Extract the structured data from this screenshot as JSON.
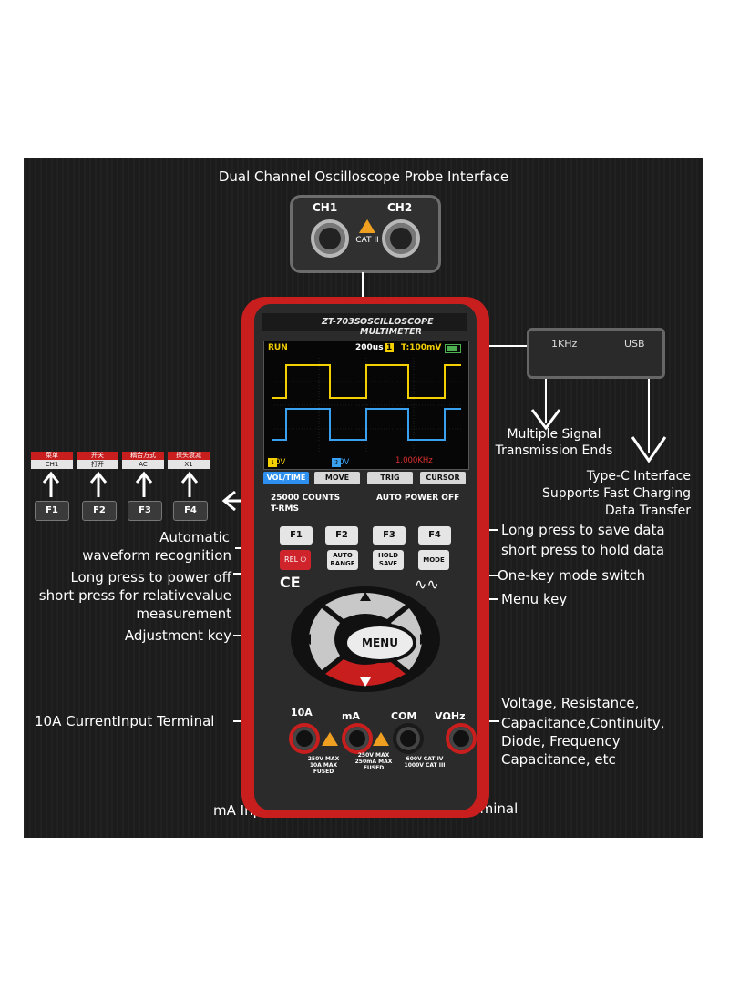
{
  "labels": {
    "probe_interface": "Dual Channel Oscilloscope Probe Interface",
    "multiple_signal": "Multiple Signal",
    "transmission_ends": "Transmission Ends",
    "typec_1": "Type-C Interface",
    "typec_2": "Supports Fast Charging",
    "typec_3": "Data Transfer",
    "auto_1": "Automatic",
    "auto_2": "waveform recognition",
    "long_press_save": "Long press to save data",
    "short_press_hold": "short press to hold data",
    "power_off": "Long press to power off",
    "relative_1": "short press for relativevalue",
    "relative_2": "measurement",
    "mode_switch": "One-key mode switch",
    "menu_key": "Menu key",
    "adjust_key": "Adjustment key",
    "current_input": "10A CurrentInput Terminal",
    "volt_1": "Voltage, Resistance,",
    "volt_2": "Capacitance,Continuity,",
    "volt_3": "Diode, Frequency",
    "volt_4": "Capacitance, etc",
    "ma_input": "mA Input Terminal",
    "com_input": "COM Input terminal"
  },
  "probe": {
    "ch1": "CH1",
    "ch2": "CH2",
    "cat": "CAT II"
  },
  "usb_port": {
    "khz": "1KHz",
    "usb": "USB"
  },
  "device": {
    "model": "ZT-703S",
    "title": "OSCILLOSCOPE MULTIMETER",
    "status": {
      "run": "RUN",
      "timebase": "200us",
      "ch_badge": "1",
      "trigger": "T:100mV"
    },
    "bottom": [
      {
        "badge": "1",
        "text": "2.0V",
        "color": "#f4d000"
      },
      {
        "badge": "2",
        "text": "2.0V",
        "color": "#3aa0f0"
      },
      {
        "badge": "",
        "text": "1.000KHz",
        "color": "#e03030"
      }
    ],
    "menu": [
      "VOL/TIME",
      "MOVE",
      "TRIG",
      "CURSOR"
    ],
    "counts": "25000 COUNTS",
    "trms": "T-RMS",
    "auto_power": "AUTO POWER OFF",
    "fkeys": [
      "F1",
      "F2",
      "F3",
      "F4"
    ],
    "rel": "REL",
    "auto_range": "AUTO RANGE",
    "hold_save": "HOLD SAVE",
    "mode": "MODE",
    "ce": "CE",
    "menu_key": "MENU",
    "terminals": {
      "a10": "10A",
      "ma": "mA",
      "com": "COM",
      "v": "VΩHz"
    },
    "fuse1": "250V MAX 10A MAX FUSED",
    "fuse2": "250V MAX 250mA MAX FUSED",
    "cat_rating": "600V CAT IV 1000V CAT III"
  },
  "function_strip": [
    {
      "top": "菜单",
      "bottom": "CH1",
      "key": "F1"
    },
    {
      "top": "开关",
      "bottom": "打开",
      "key": "F2"
    },
    {
      "top": "耦合方式",
      "bottom": "AC",
      "key": "F3"
    },
    {
      "top": "探头衰减",
      "bottom": "X1",
      "key": "F4"
    }
  ],
  "colors": {
    "body_red": "#c81e1e",
    "ch1_yellow": "#f4d000",
    "ch2_blue": "#3aa0f0",
    "background": "#1c1c1c"
  }
}
